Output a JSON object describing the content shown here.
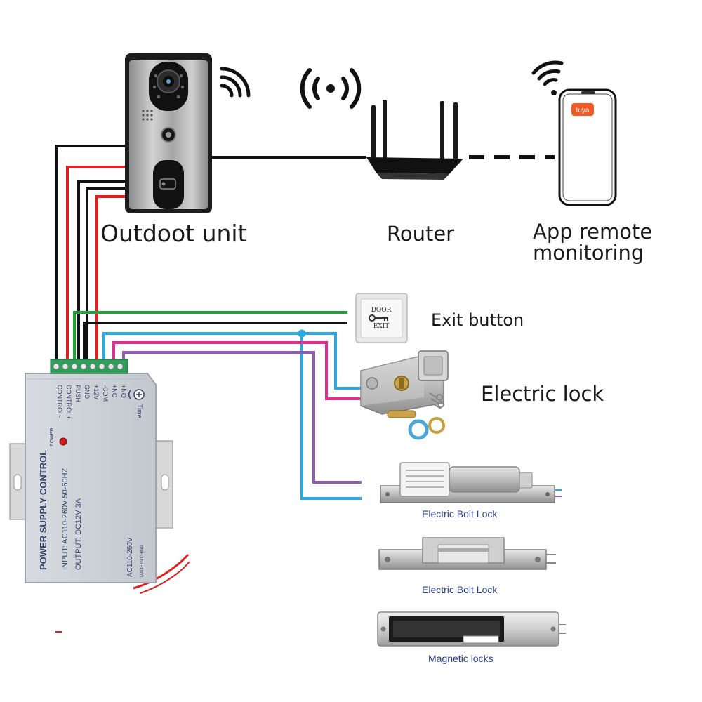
{
  "labels": {
    "outdoor_unit": "Outdoot unit",
    "router": "Router",
    "app_line1": "App  remote",
    "app_line2": "monitoring",
    "exit_button": "Exit button",
    "electric_lock": "Electric lock",
    "electric_bolt_lock_1": "Electric Bolt Lock",
    "electric_bolt_lock_2": "Electric Bolt Lock",
    "magnetic_locks": "Magnetic locks"
  },
  "phone": {
    "app_badge": "tuya"
  },
  "exit_plate": {
    "line1": "DOOR",
    "line2": "EXIT"
  },
  "power_supply": {
    "title": "POWER SUPPLY CONTROL",
    "input": "INPUT: AC110-260V 50-60HZ",
    "output": "OUTPUT: DC12V  3A",
    "ac": "AC110-260V",
    "made_in": "MADE IN CHINA",
    "power": "POWER",
    "time": "Time",
    "terminals": [
      "CONTROL-",
      "CONTROL+",
      "PUSH",
      "GND",
      "+12V",
      "-COM",
      "+NC",
      "+NO"
    ]
  },
  "colors": {
    "wire_black": "#111111",
    "wire_red": "#e02020",
    "wire_green": "#22a33a",
    "wire_blue": "#2aa8e0",
    "wire_purple": "#8e5bb0",
    "wire_magenta": "#e0308f",
    "terminal_green": "#2f9e5a"
  },
  "icons": [
    "wifi-icon",
    "router-icon",
    "smartphone-icon",
    "door-station-icon",
    "exit-button-icon",
    "electric-lock-icon",
    "bolt-lock-icon",
    "strike-lock-icon",
    "magnetic-lock-icon",
    "power-supply-icon"
  ]
}
